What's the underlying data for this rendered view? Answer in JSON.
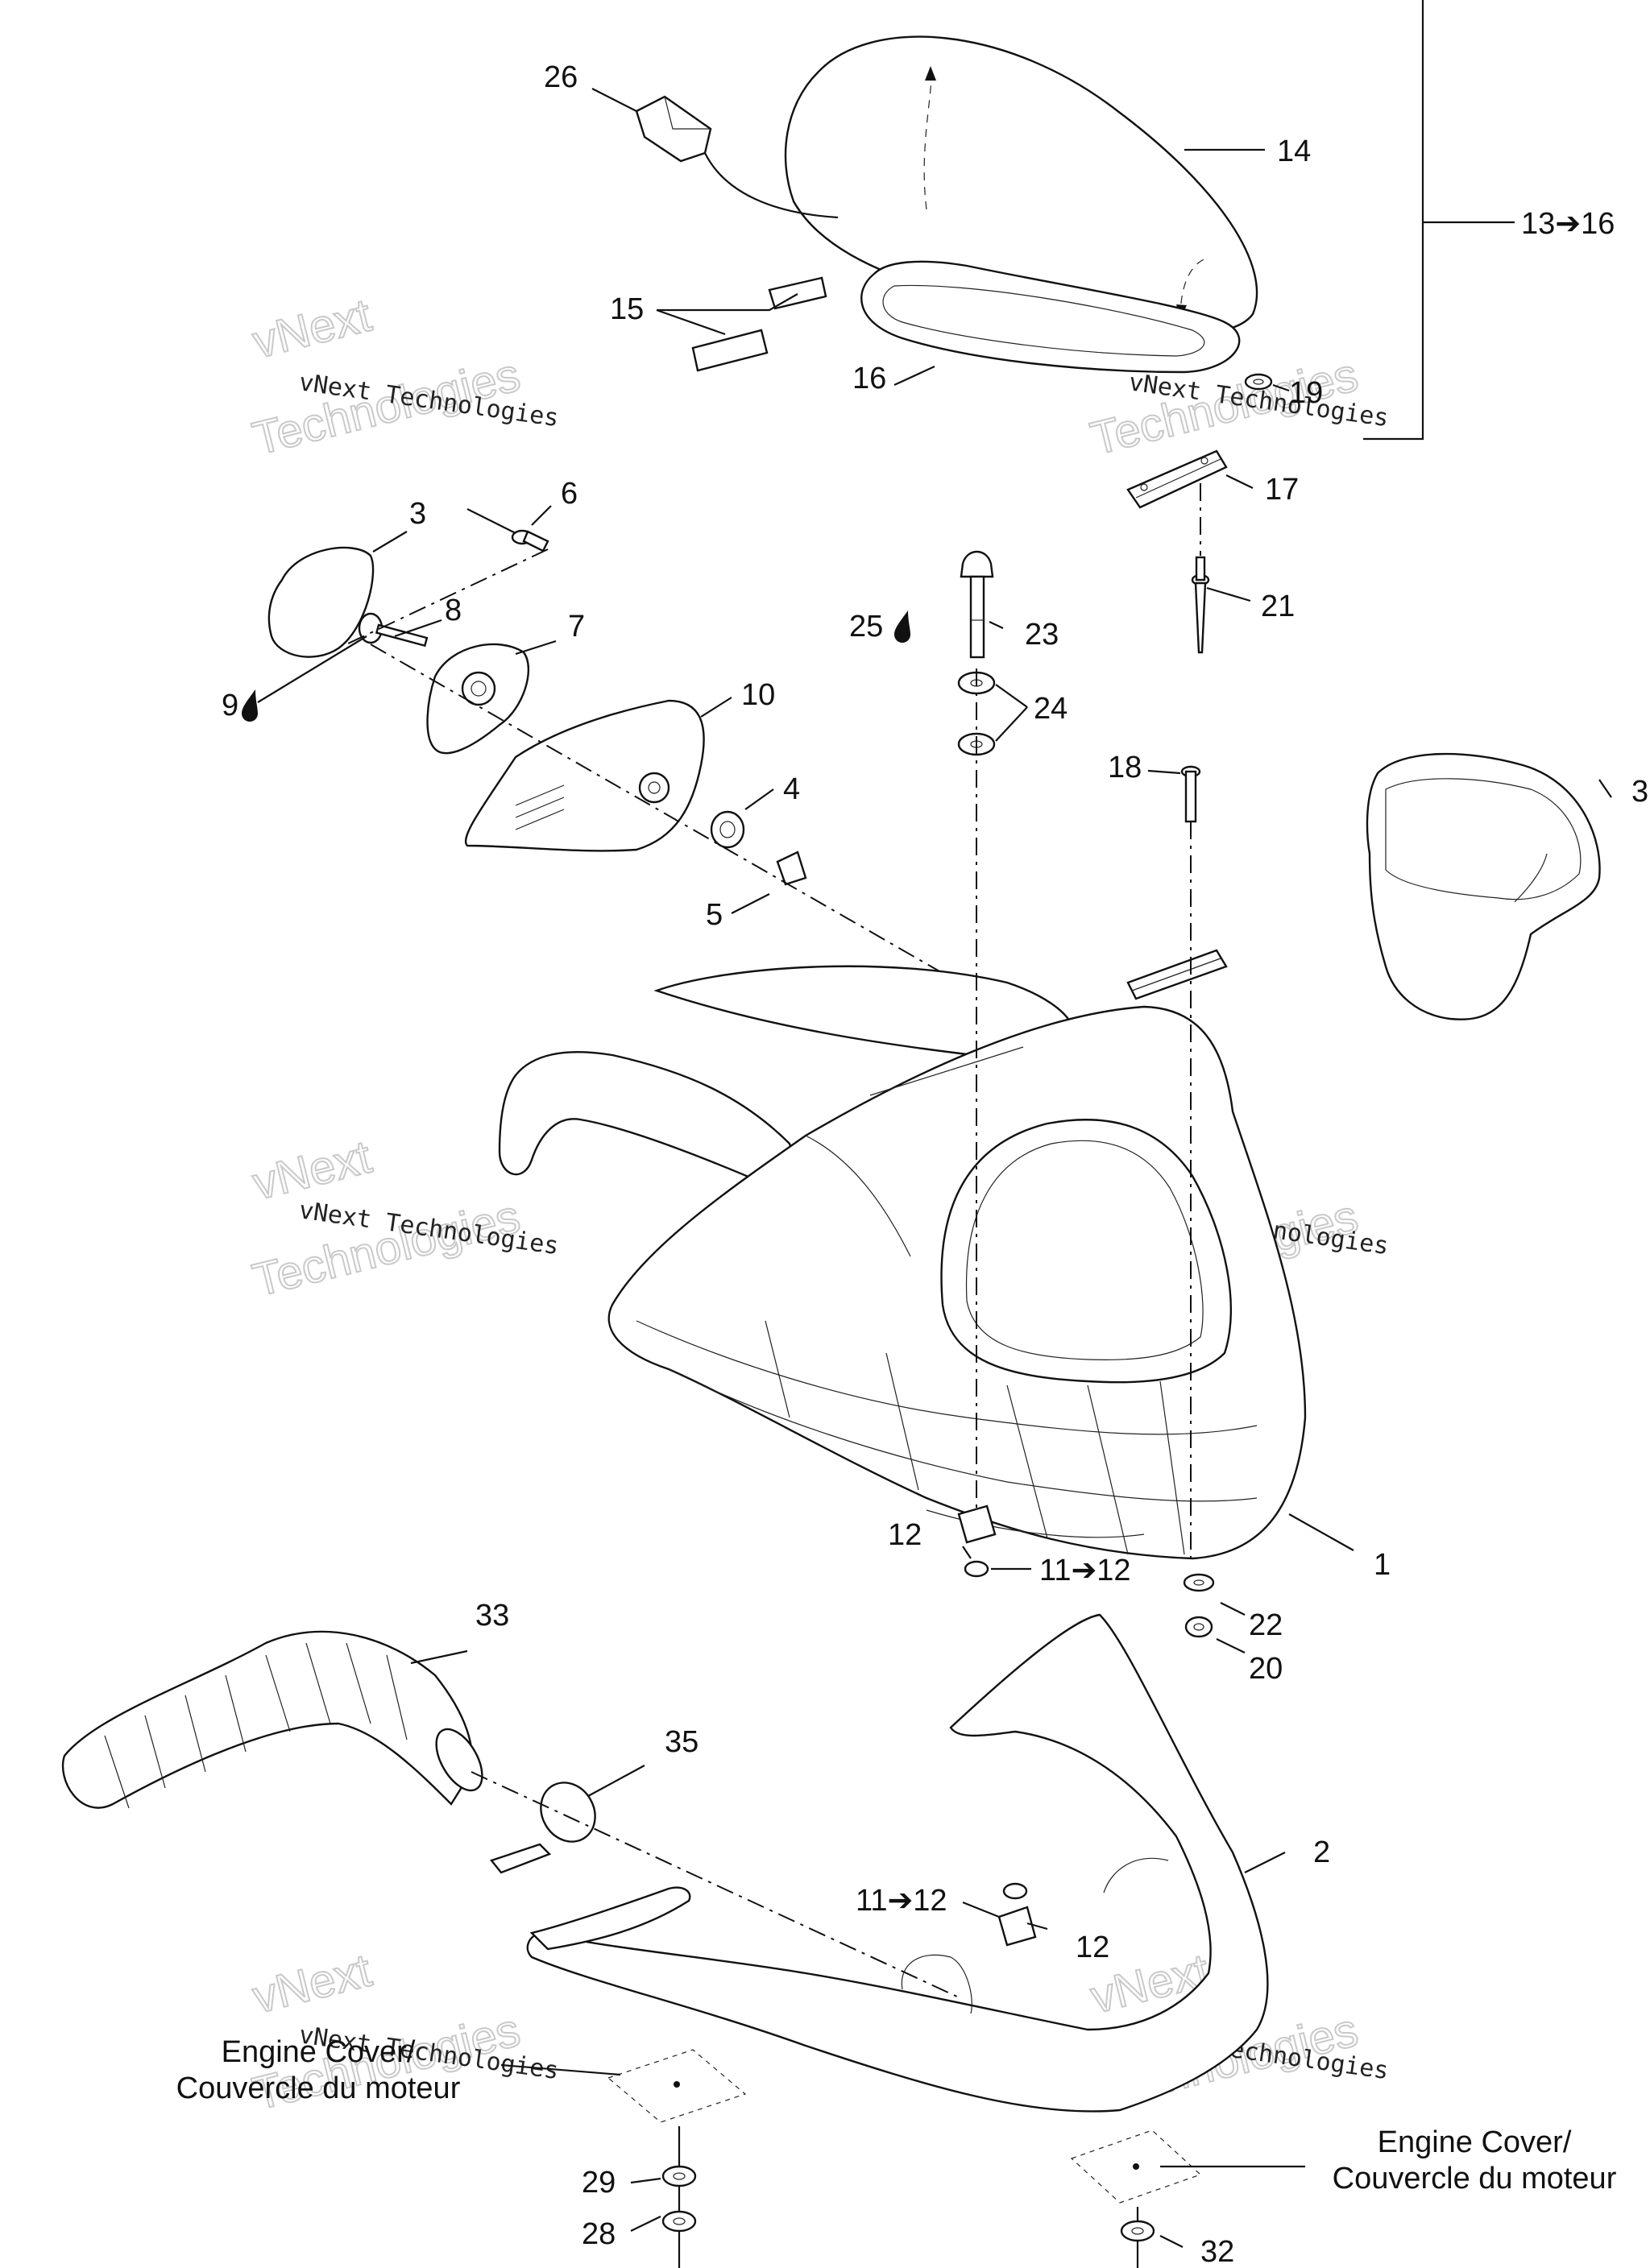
{
  "callouts": [
    {
      "id": "c26",
      "text": "26"
    },
    {
      "id": "c14",
      "text": "14"
    },
    {
      "id": "c13-16",
      "text": "13➔16"
    },
    {
      "id": "c15",
      "text": "15"
    },
    {
      "id": "c16",
      "text": "16"
    },
    {
      "id": "c19",
      "text": "19"
    },
    {
      "id": "c3",
      "text": "3"
    },
    {
      "id": "c6",
      "text": "6"
    },
    {
      "id": "c17",
      "text": "17"
    },
    {
      "id": "c8",
      "text": "8"
    },
    {
      "id": "c7",
      "text": "7"
    },
    {
      "id": "c25",
      "text": "25"
    },
    {
      "id": "c23",
      "text": "23"
    },
    {
      "id": "c21",
      "text": "21"
    },
    {
      "id": "c9",
      "text": "9"
    },
    {
      "id": "c24",
      "text": "24"
    },
    {
      "id": "c10",
      "text": "10"
    },
    {
      "id": "c18",
      "text": "18"
    },
    {
      "id": "c4",
      "text": "4"
    },
    {
      "id": "c3b",
      "text": "3"
    },
    {
      "id": "c5",
      "text": "5"
    },
    {
      "id": "c12a",
      "text": "12"
    },
    {
      "id": "c11-12a",
      "text": "11➔12"
    },
    {
      "id": "c1",
      "text": "1"
    },
    {
      "id": "c22",
      "text": "22"
    },
    {
      "id": "c20",
      "text": "20"
    },
    {
      "id": "c33",
      "text": "33"
    },
    {
      "id": "c35",
      "text": "35"
    },
    {
      "id": "c2",
      "text": "2"
    },
    {
      "id": "c11-12b",
      "text": "11➔12"
    },
    {
      "id": "c12b",
      "text": "12"
    },
    {
      "id": "c29",
      "text": "29"
    },
    {
      "id": "c28",
      "text": "28"
    },
    {
      "id": "c32",
      "text": "32"
    }
  ],
  "captions": {
    "left_line1": "Engine Cover/",
    "left_line2": "Couvercle du moteur",
    "right_line1": "Engine Cover/",
    "right_line2": "Couvercle du moteur"
  },
  "watermark": {
    "line1": "vNext Technologies",
    "logo_top": "vNext",
    "logo_bottom": "Technologies"
  },
  "icons": {
    "drop": "liquid-drop-icon"
  }
}
